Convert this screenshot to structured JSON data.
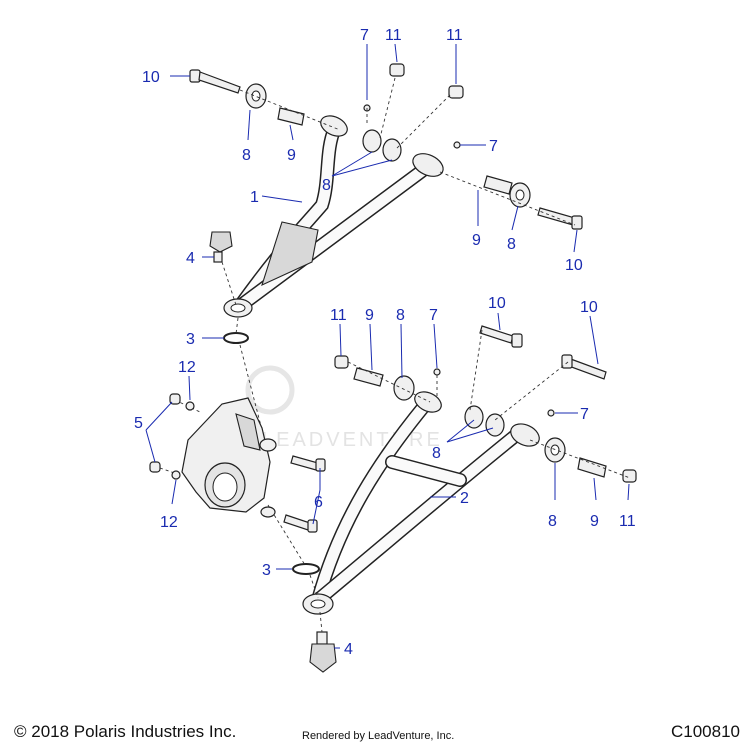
{
  "watermark": "LEADVENTURE",
  "footer": {
    "copyright": "© 2018 Polaris Industries Inc.",
    "rendered_by": "Rendered by LeadVenture, Inc.",
    "diagram_code": "C100810"
  },
  "callouts": {
    "c7a": "7",
    "c11a": "11",
    "c11b": "11",
    "c10a": "10",
    "c8a": "8",
    "c9a": "9",
    "c8b": "8",
    "c7b": "7",
    "c1": "1",
    "c4a": "4",
    "c9b": "9",
    "c8c": "8",
    "c10b": "10",
    "c3a": "3",
    "c11c": "11",
    "c9c": "9",
    "c8d": "8",
    "c7c": "7",
    "c10c": "10",
    "c10d": "10",
    "c12a": "12",
    "c5": "5",
    "c7d": "7",
    "c8e": "8",
    "c6": "6",
    "c2": "2",
    "c8f": "8",
    "c9d": "9",
    "c11d": "11",
    "c12b": "12",
    "c3b": "3",
    "c4b": "4"
  }
}
